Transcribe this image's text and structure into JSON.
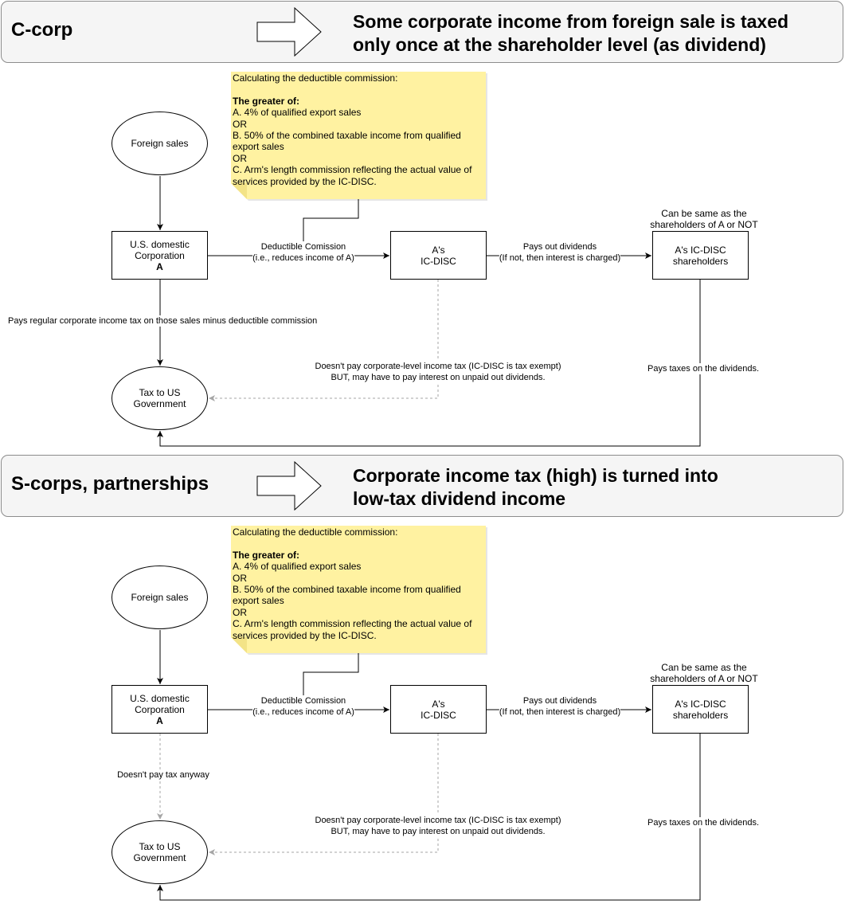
{
  "diagram": {
    "sections": [
      {
        "banner": {
          "label": "C-corp",
          "summary_lines": [
            "Some corporate income from foreign sale is taxed",
            "only once at the shareholder level (as dividend)"
          ]
        },
        "note": {
          "intro": "Calculating the deductible commission:",
          "heading": "The greater of:",
          "lines": [
            "A. 4% of qualified export sales",
            "OR",
            "B. 50% of the combined taxable income from qualified",
            "export sales",
            "OR",
            "C. Arm's length commission reflecting the actual value of",
            "services provided by the IC-DISC."
          ]
        },
        "nodes": {
          "foreign_sales": "Foreign sales",
          "corporation": [
            "U.S. domestic",
            "Corporation",
            "A"
          ],
          "ic_disc": [
            "A's",
            "IC-DISC"
          ],
          "shareholders": [
            "A's IC-DISC",
            "shareholders"
          ],
          "tax": [
            "Tax to US",
            "Government"
          ]
        },
        "edge_labels": {
          "commission": [
            "Deductible Comission",
            "(i.e., reduces income of A)"
          ],
          "dividends": [
            "Pays out dividends",
            "(If not, then interest is charged)"
          ],
          "shareholders_note": [
            "Can be same as the",
            "shareholders of A or NOT"
          ],
          "corp_tax": [
            "Pays regular corporate income tax on those sales minus deductible commission"
          ],
          "disc_tax": [
            "Doesn't pay corporate-level income tax (IC-DISC is tax exempt)",
            "BUT, may have to pay interest on unpaid out dividends."
          ],
          "holder_tax": [
            "Pays taxes on the dividends."
          ]
        },
        "corp_tax_dashed": false
      },
      {
        "banner": {
          "label": "S-corps, partnerships",
          "summary_lines": [
            "Corporate income tax (high) is turned into",
            "low-tax dividend income"
          ]
        },
        "note": {
          "intro": "Calculating the deductible commission:",
          "heading": "The greater of:",
          "lines": [
            "A. 4% of qualified export sales",
            "OR",
            "B. 50% of the combined taxable income from qualified",
            "export sales",
            "OR",
            "C. Arm's length commission reflecting the actual value of",
            "services provided by the IC-DISC."
          ]
        },
        "nodes": {
          "foreign_sales": "Foreign sales",
          "corporation": [
            "U.S. domestic",
            "Corporation",
            "A"
          ],
          "ic_disc": [
            "A's",
            "IC-DISC"
          ],
          "shareholders": [
            "A's IC-DISC",
            "shareholders"
          ],
          "tax": [
            "Tax to US",
            "Government"
          ]
        },
        "edge_labels": {
          "commission": [
            "Deductible Comission",
            "(i.e., reduces income of A)"
          ],
          "dividends": [
            "Pays out dividends",
            "(If not, then interest is charged)"
          ],
          "shareholders_note": [
            "Can be same as the",
            "shareholders of A or NOT"
          ],
          "corp_tax": [
            "Doesn't pay tax anyway"
          ],
          "disc_tax": [
            "Doesn't pay corporate-level income tax (IC-DISC is tax exempt)",
            "BUT, may have to pay interest on unpaid out dividends."
          ],
          "holder_tax": [
            "Pays taxes on the dividends."
          ]
        },
        "corp_tax_dashed": true
      }
    ]
  },
  "colors": {
    "banner_fill": "#f5f5f5",
    "banner_stroke": "#8c8c8c",
    "note_fill": "#fff2a1",
    "note_fold": "#f3e387",
    "line": "#000000",
    "dashed_line": "#a6a6a6"
  }
}
